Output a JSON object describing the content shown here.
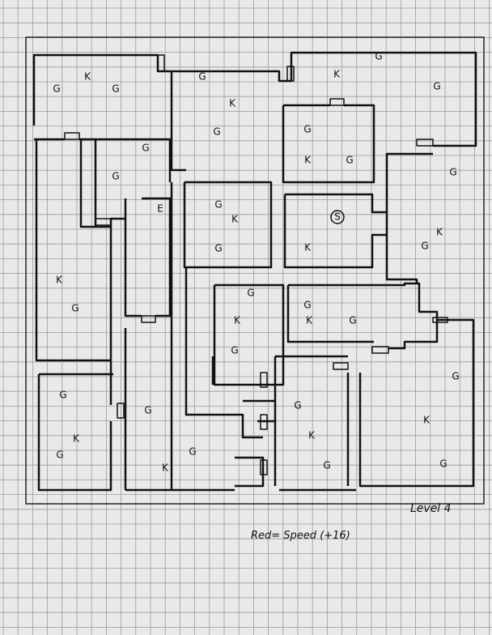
{
  "title": "Level 4",
  "legend": "Red= Speed (+16)",
  "colors": {
    "paper": "#e9e9e7",
    "grid": "#9a9a9a",
    "ink": "#111111"
  },
  "marker_legend": {
    "G": "G",
    "K": "K",
    "E": "E",
    "S": "S"
  },
  "markers": [
    "G",
    "K",
    "G",
    "G",
    "K",
    "G",
    "G",
    "K",
    "G",
    "G",
    "K",
    "G",
    "G",
    "G",
    "G",
    "G",
    "K",
    "G",
    "S",
    "K",
    "K",
    "G",
    "K",
    "G",
    "G",
    "K",
    "G",
    "G",
    "K",
    "G",
    "G",
    "G",
    "G",
    "K",
    "G",
    "G",
    "K",
    "G",
    "K",
    "G",
    "K",
    "G",
    "E"
  ]
}
